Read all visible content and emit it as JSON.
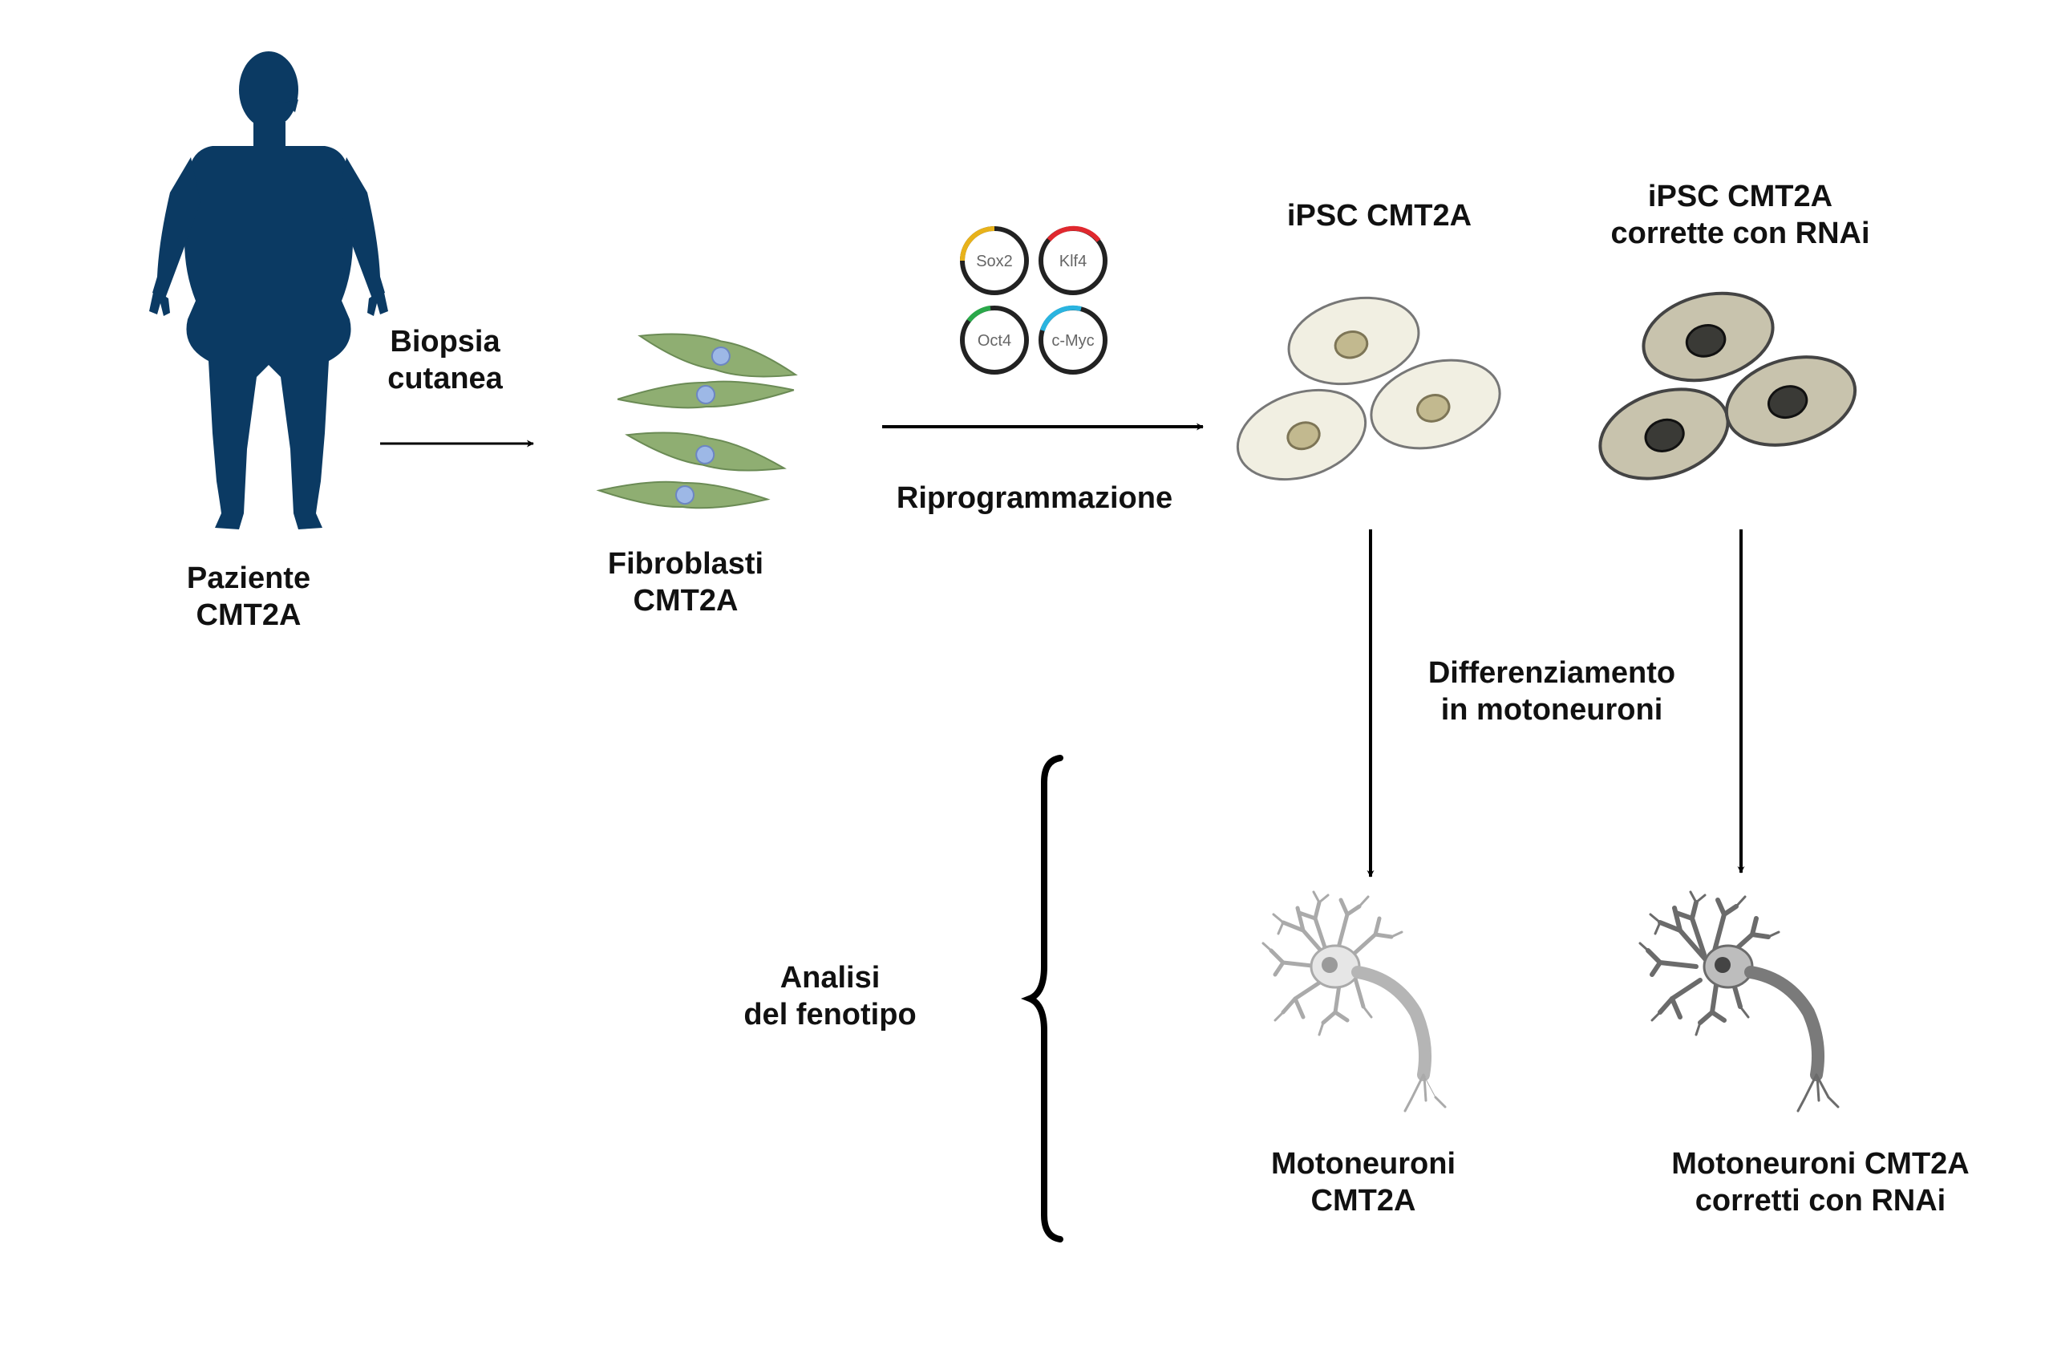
{
  "colors": {
    "patient": "#0b3a63",
    "fibroblast": "#8fae72",
    "fibroblast_nucleus": "#9db8e6",
    "ipsc_light": "#f1efe2",
    "ipsc_light_nucleus": "#c2b98f",
    "ipsc_dark": "#c8c3ad",
    "ipsc_dark_nucleus": "#3a3a36",
    "sox2": "#e8b21a",
    "klf4": "#e0282e",
    "oct4": "#2aa84a",
    "cmyc": "#2ab4e0",
    "arrow": "#000000"
  },
  "icons": {
    "patient": "human-silhouette-icon",
    "fibroblasts": "fibroblast-cells-icon",
    "ipsc": "stem-cell-cluster-icon",
    "motoneuron": "motor-neuron-icon",
    "factors": "plasmid-ring-icon"
  },
  "labels": {
    "patient": [
      "Paziente",
      "CMT2A"
    ],
    "biopsy": [
      "Biopsia",
      "cutanea"
    ],
    "fibroblasts": [
      "Fibroblasti",
      "CMT2A"
    ],
    "reprogramming": "Riprogrammazione",
    "ipsc": "iPSC CMT2A",
    "ipsc_corrected": [
      "iPSC CMT2A",
      "corrette con RNAi"
    ],
    "differentiation": [
      "Differenziamento",
      "in motoneuroni"
    ],
    "analysis": [
      "Analisi",
      "del fenotipo"
    ],
    "motoneurons": [
      "Motoneuroni",
      "CMT2A"
    ],
    "motoneurons_corrected": [
      "Motoneuroni CMT2A",
      "corretti con RNAi"
    ]
  },
  "factors": [
    "Sox2",
    "Klf4",
    "Oct4",
    "c-Myc"
  ]
}
